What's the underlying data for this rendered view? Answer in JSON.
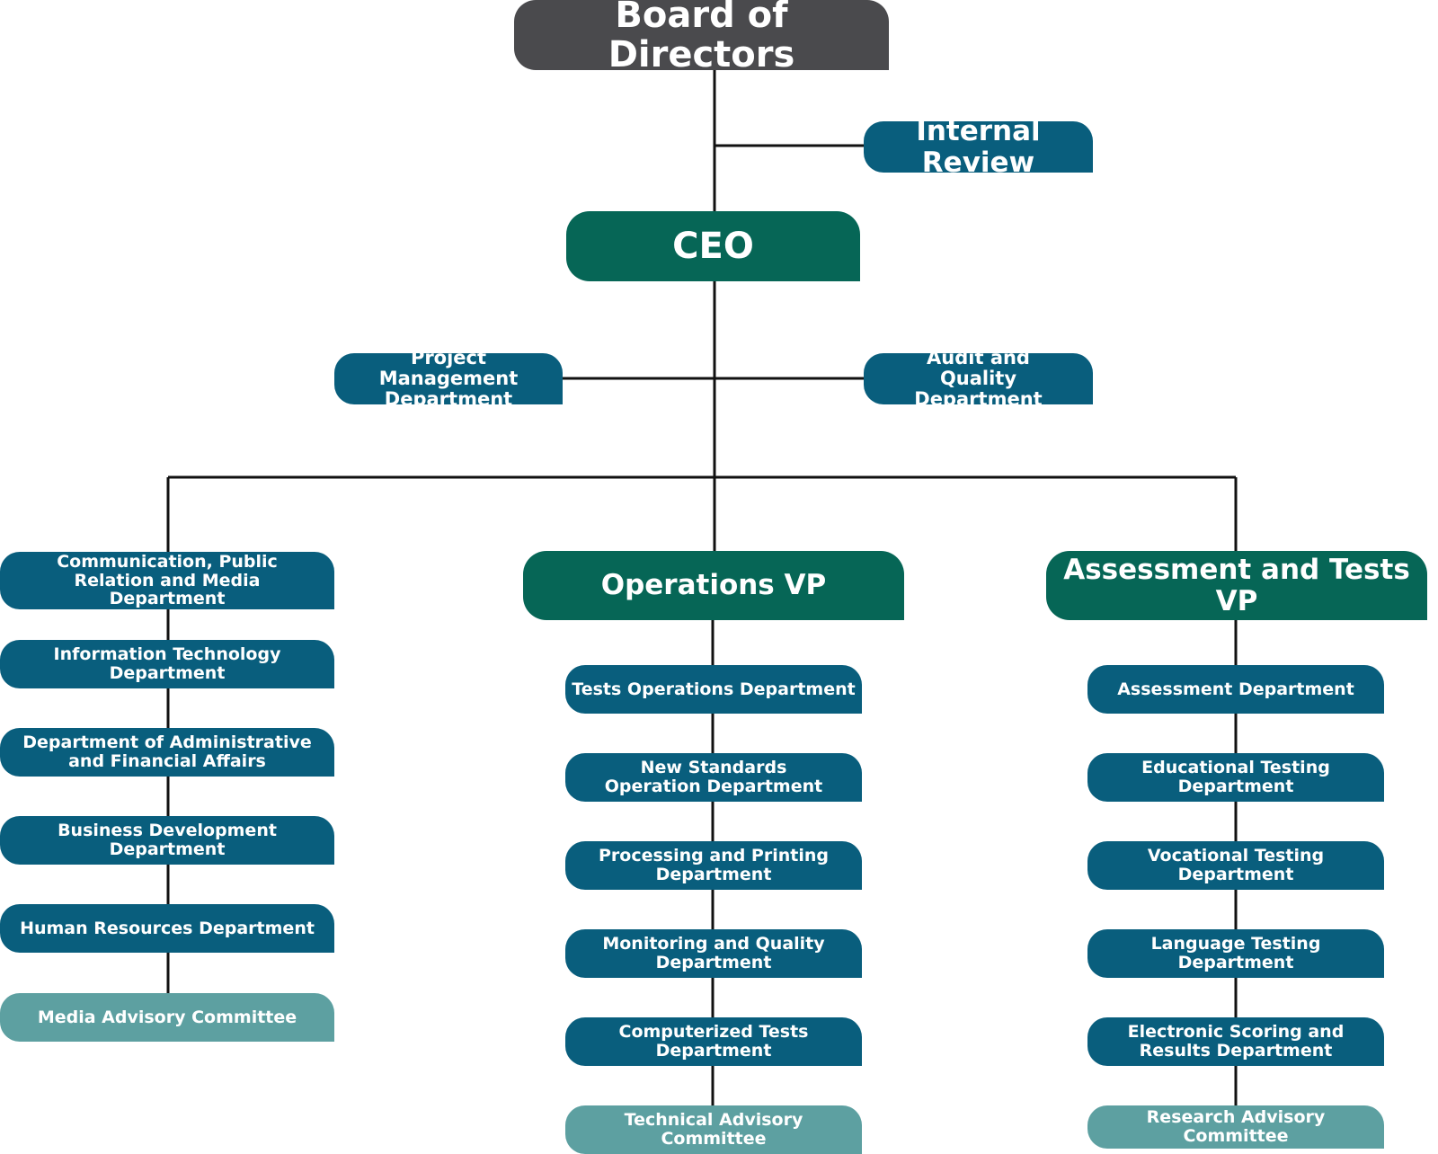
{
  "board": "Board of Directors",
  "internal_review": "Internal Review",
  "ceo": "CEO",
  "project_management": "Project Management Department",
  "audit_quality": "Audit and Quality Department",
  "left_column": [
    "Communication, Public Relation and Media Department",
    "Information Technology Department",
    "Department of Administrative and Financial Affairs",
    "Business Development Department",
    "Human Resources Department",
    "Media Advisory Committee"
  ],
  "operations_vp": "Operations VP",
  "operations_departments": [
    "Tests Operations Department",
    "New Standards Operation Department",
    "Processing and Printing Department",
    "Monitoring and Quality Department",
    "Computerized Tests Department",
    "Technical Advisory Committee"
  ],
  "assessment_vp": "Assessment and Tests VP",
  "assessment_departments": [
    "Assessment Department",
    "Educational Testing Department",
    "Vocational Testing Department",
    "Language Testing Department",
    "Electronic Scoring and Results Department",
    "Research Advisory Committee"
  ],
  "colors": {
    "board": "#4a4a4d",
    "executive": "#066656",
    "department": "#095e7d",
    "advisory_committee": "#5da0a1",
    "connector": "#111111"
  }
}
